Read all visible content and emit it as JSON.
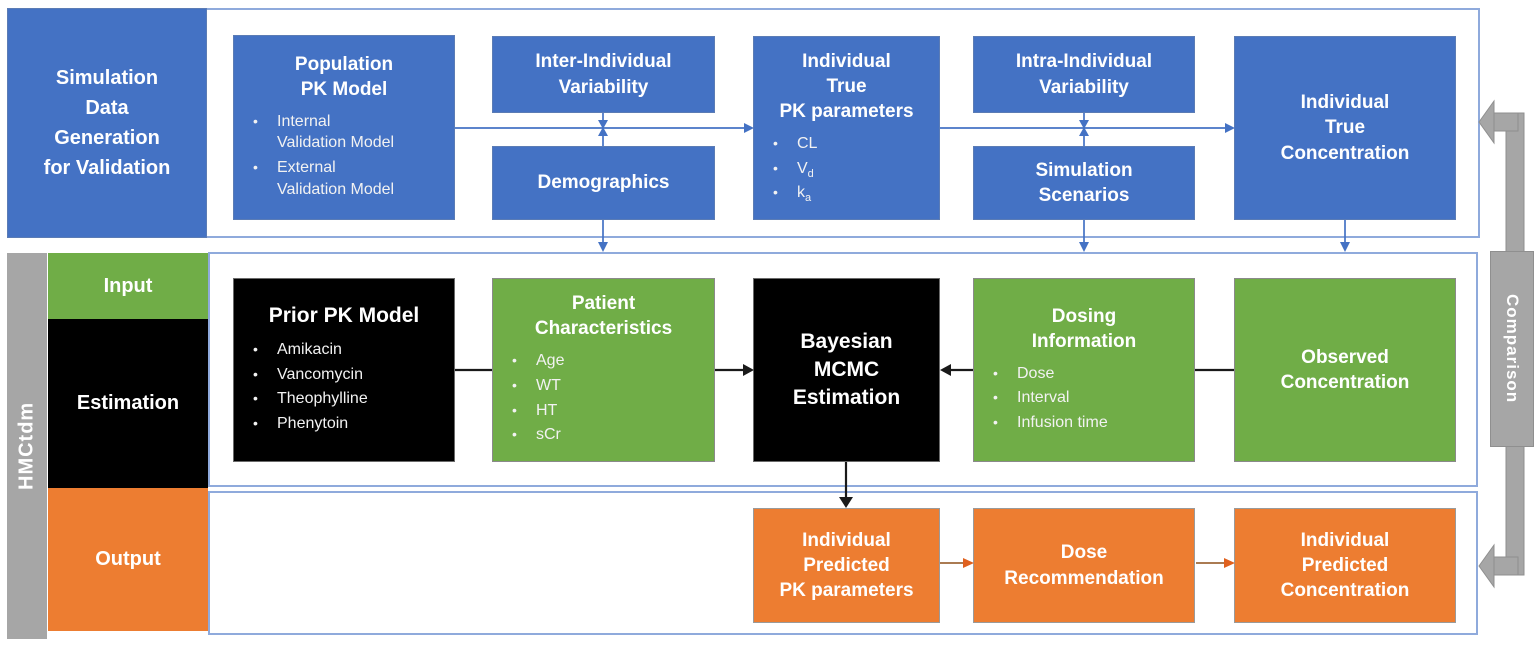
{
  "colors": {
    "blue": "#4472C4",
    "green": "#70AD47",
    "orange": "#ED7D31",
    "black": "#000000",
    "gray": "#A6A6A6",
    "container_border": "#8faadc",
    "tan_arrow": "#aa7b52",
    "tan_arrow_head": "#e0611e"
  },
  "top_section": {
    "label": "Simulation\nData\nGeneration\nfor Validation",
    "population_pk_model": {
      "title": "Population\nPK Model",
      "bullets": [
        {
          "text": "Internal\nValidation Model"
        },
        {
          "text": "External\nValidation Model"
        }
      ]
    },
    "inter_individual_variability": {
      "title": "Inter-Individual\nVariability"
    },
    "demographics": {
      "title": "Demographics"
    },
    "individual_true_pk_parameters": {
      "title": "Individual\nTrue\nPK parameters",
      "bullets": [
        {
          "text": "CL"
        },
        {
          "text": "V",
          "sub": "d"
        },
        {
          "text": "k",
          "sub": "a"
        }
      ]
    },
    "intra_individual_variability": {
      "title": "Intra-Individual\nVariability"
    },
    "simulation_scenarios": {
      "title": "Simulation\nScenarios"
    },
    "individual_true_concentration": {
      "title": "Individual\nTrue\nConcentration"
    }
  },
  "hmctdm": {
    "label": "HMCtdm",
    "bands": {
      "input": "Input",
      "estimation": "Estimation",
      "output": "Output"
    },
    "prior_pk_model": {
      "title": "Prior PK Model",
      "bullets": [
        {
          "text": "Amikacin"
        },
        {
          "text": "Vancomycin"
        },
        {
          "text": "Theophylline"
        },
        {
          "text": "Phenytoin"
        }
      ]
    },
    "patient_characteristics": {
      "title": "Patient\nCharacteristics",
      "bullets": [
        {
          "text": "Age"
        },
        {
          "text": "WT"
        },
        {
          "text": "HT"
        },
        {
          "text": "sCr"
        }
      ]
    },
    "bayesian_mcmc_estimation": {
      "title": "Bayesian\nMCMC\nEstimation"
    },
    "dosing_information": {
      "title": "Dosing\nInformation",
      "bullets": [
        {
          "text": "Dose"
        },
        {
          "text": "Interval"
        },
        {
          "text": "Infusion time"
        }
      ]
    },
    "observed_concentration": {
      "title": "Observed\nConcentration"
    }
  },
  "output_section": {
    "individual_predicted_pk_parameters": {
      "title": "Individual\nPredicted\nPK parameters"
    },
    "dose_recommendation": {
      "title": "Dose\nRecommendation"
    },
    "individual_predicted_concentration": {
      "title": "Individual\nPredicted\nConcentration"
    }
  },
  "comparison": {
    "label": "Comparison"
  }
}
